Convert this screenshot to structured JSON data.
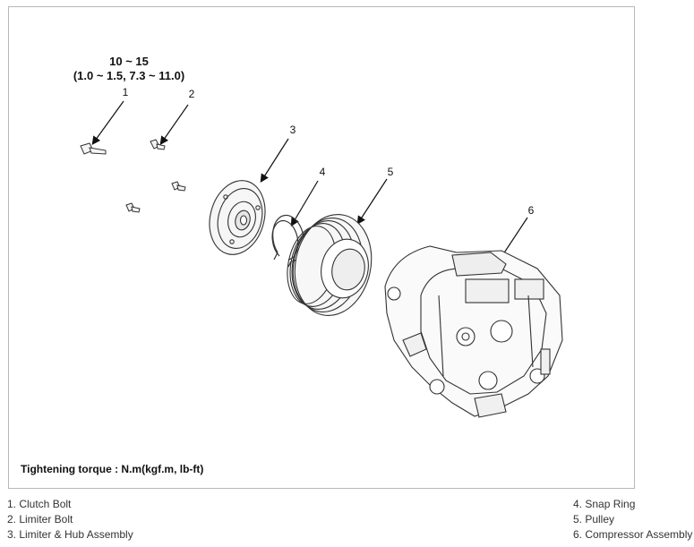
{
  "diagram": {
    "torque_value": "10 ~ 15",
    "torque_value_alt": "(1.0 ~ 1.5, 7.3 ~ 11.0)",
    "torque_note": "Tightening torque : N.m(kgf.m, lb-ft)",
    "callouts": [
      "1",
      "2",
      "3",
      "4",
      "5",
      "6"
    ]
  },
  "legend": {
    "left": [
      "1. Clutch Bolt",
      "2. Limiter Bolt",
      "3. Limiter & Hub Assembly"
    ],
    "right": [
      "4. Snap Ring",
      "5. Pulley",
      "6. Compressor Assembly"
    ]
  }
}
